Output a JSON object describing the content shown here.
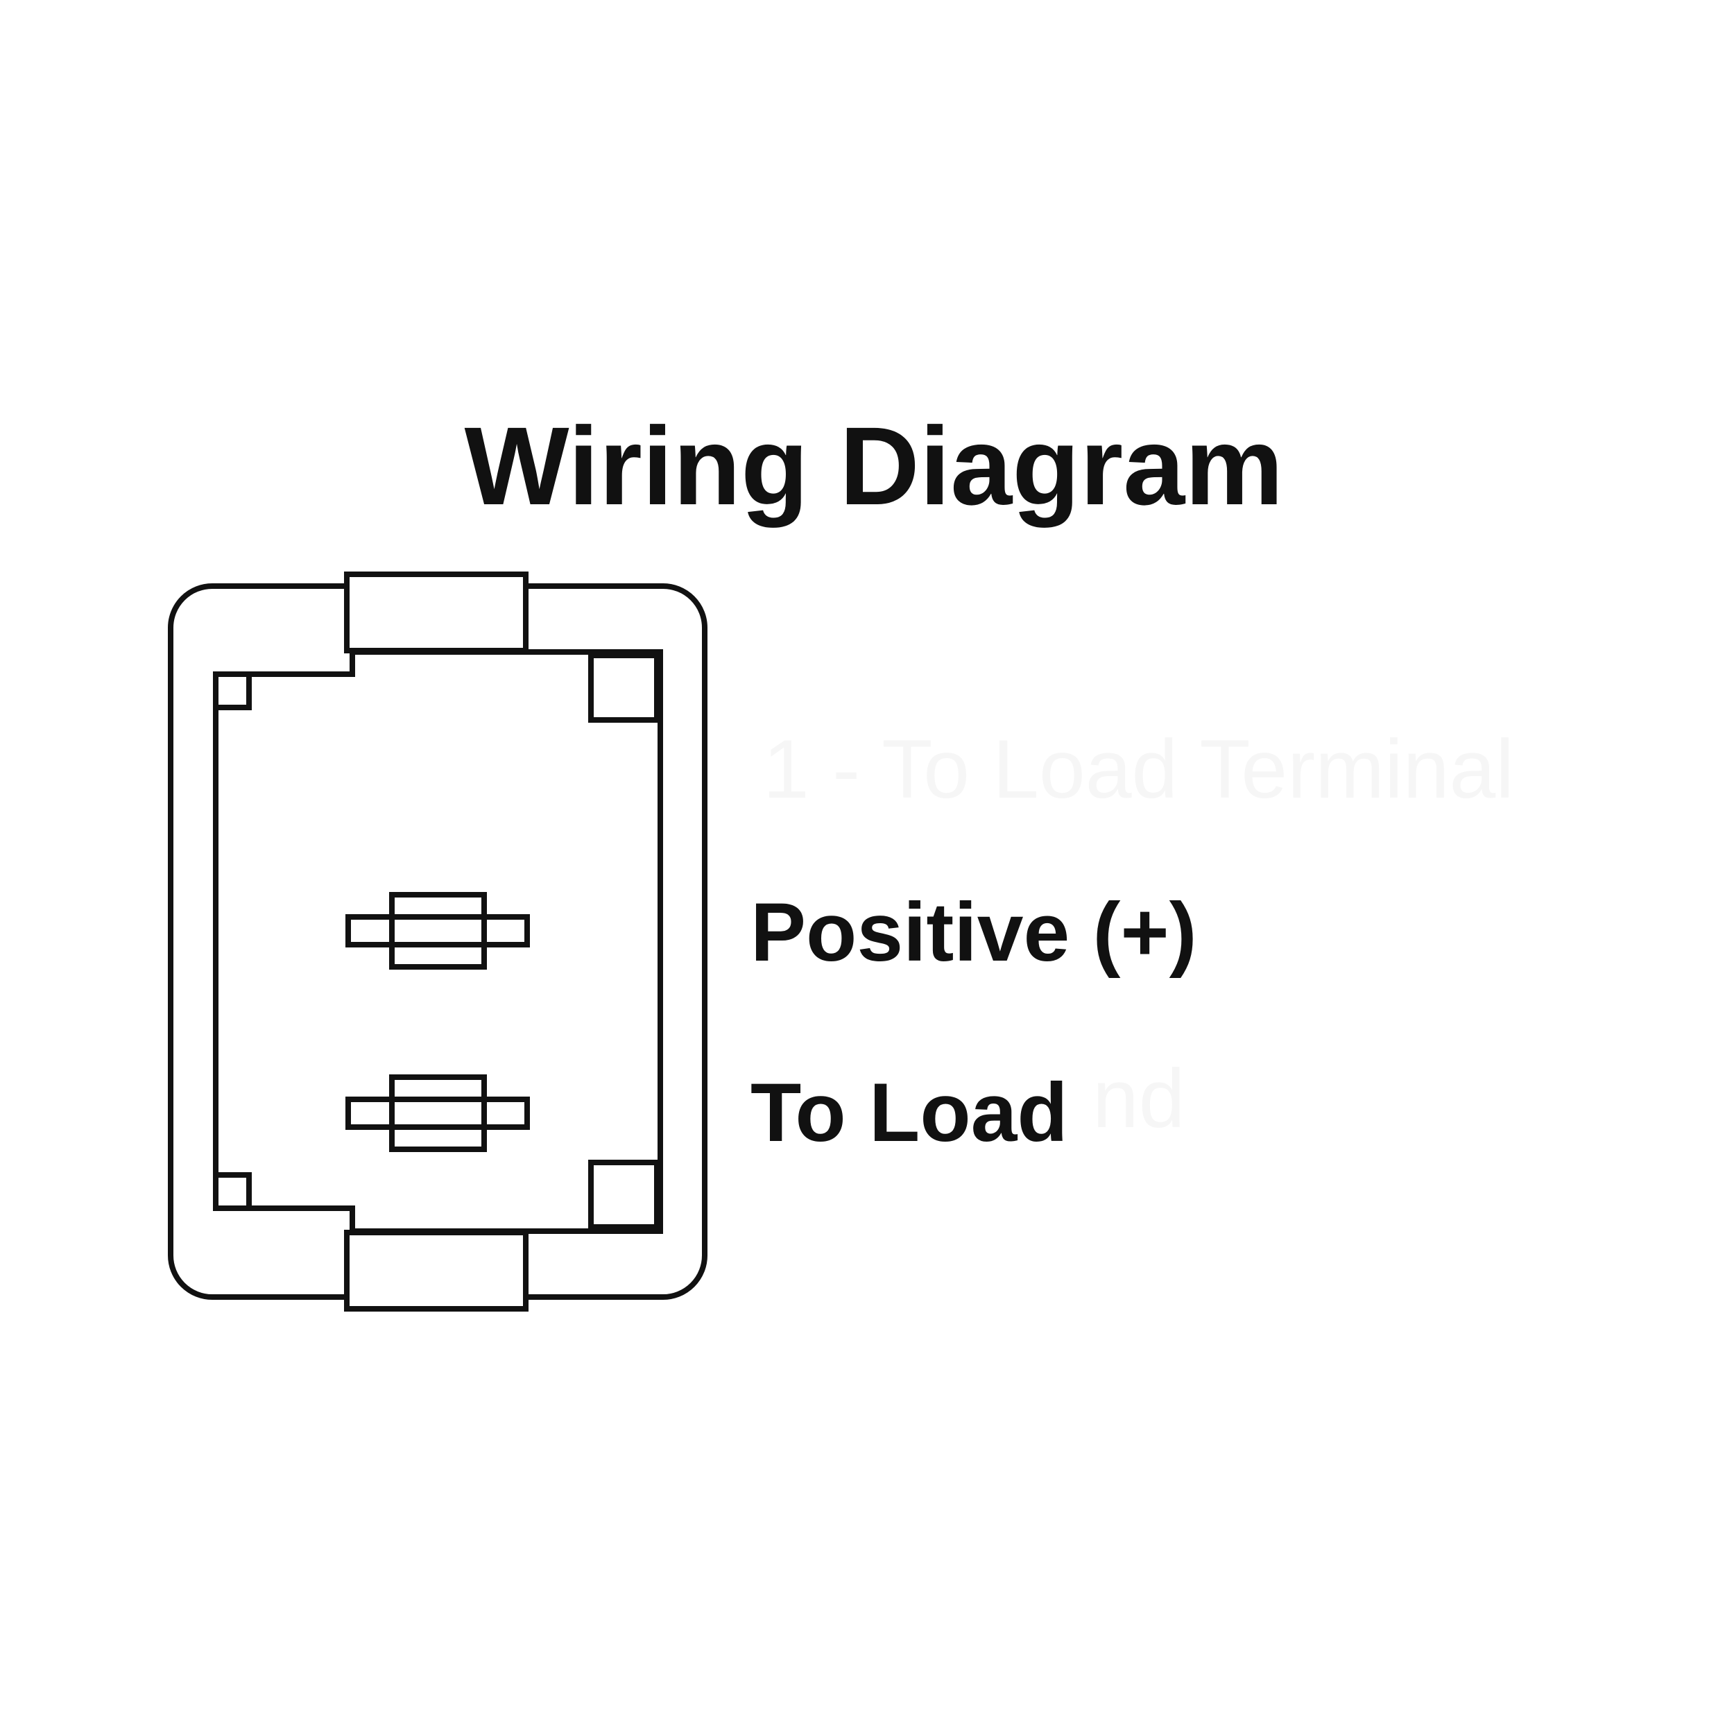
{
  "diagram": {
    "title": "Wiring Diagram",
    "terminals": [
      {
        "label": "Positive (+)"
      },
      {
        "label": "To Load"
      }
    ],
    "ghost_text": {
      "terminal_1": "1 - To Load Terminal",
      "terminal_2_tail": "nd"
    }
  },
  "colors": {
    "line": "#111111",
    "background": "#ffffff"
  }
}
